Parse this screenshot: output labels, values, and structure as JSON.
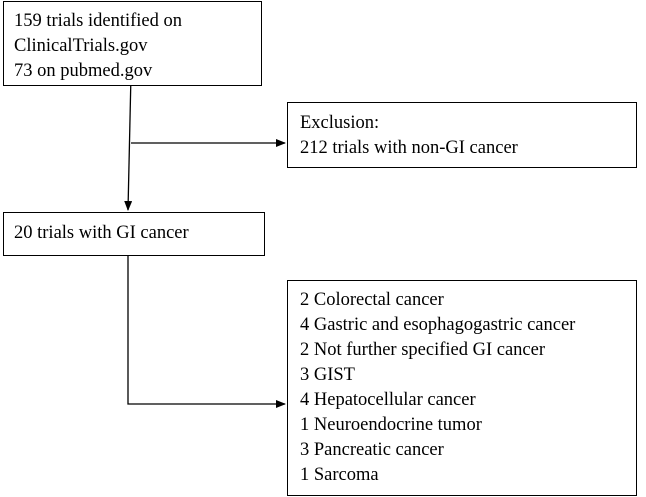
{
  "search_box": {
    "lines": [
      "159 trials identified on",
      "ClinicalTrials.gov",
      "73 on pubmed.gov"
    ]
  },
  "exclusion_box": {
    "lines": [
      "Exclusion:",
      "212 trials with non-GI cancer"
    ]
  },
  "gi_box": {
    "lines": [
      "20 trials with GI cancer"
    ]
  },
  "cancer_types_box": {
    "lines": [
      "2 Colorectal cancer",
      "4 Gastric and esophagogastric cancer",
      "2 Not further specified GI cancer",
      "3 GIST",
      "4 Hepatocellular cancer",
      "1 Neuroendocrine tumor",
      "3 Pancreatic cancer",
      "1 Sarcoma"
    ]
  },
  "colors": {
    "line": "#000000",
    "box_border": "#000000",
    "background": "#ffffff"
  }
}
